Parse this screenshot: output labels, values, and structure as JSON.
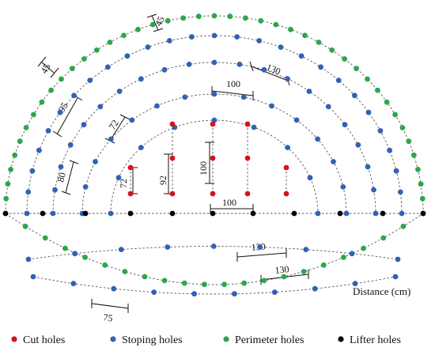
{
  "axis_label": "Distance (cm)",
  "dimensions": {
    "d45_top": "45",
    "d45_left": "45",
    "d130_arc": "130",
    "d100_top": "100",
    "d95": "95",
    "d72_arc": "72",
    "d80": "80",
    "d72_cut": "72",
    "d92": "92",
    "d100_vert": "100",
    "d100_base": "100",
    "d130_low1": "130",
    "d130_low2": "130",
    "d75": "75"
  },
  "legend": [
    {
      "label": "Cut holes",
      "color": "#d4141c",
      "icon": "red-dot"
    },
    {
      "label": "Stoping holes",
      "color": "#2f63b3",
      "icon": "blue-dot"
    },
    {
      "label": "Perimeter holes",
      "color": "#2aa84a",
      "icon": "green-dot"
    },
    {
      "label": "Lifter holes",
      "color": "#000000",
      "icon": "black-dot"
    }
  ],
  "colors": {
    "cut": "#d4141c",
    "stoping": "#2f63b3",
    "perimeter": "#2aa84a",
    "lifter": "#000000"
  }
}
